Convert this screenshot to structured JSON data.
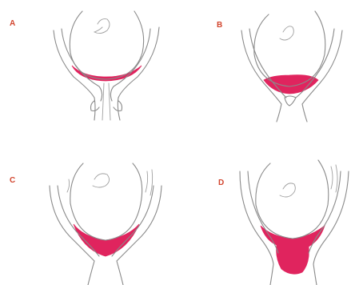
{
  "panels": [
    {
      "id": "A",
      "label": "A"
    },
    {
      "id": "B",
      "label": "B"
    },
    {
      "id": "C",
      "label": "C"
    },
    {
      "id": "D",
      "label": "D"
    }
  ],
  "colors": {
    "fill": "#e0245e",
    "line": "#8a8a8a",
    "label": "#d2452e",
    "background": "#ffffff"
  }
}
